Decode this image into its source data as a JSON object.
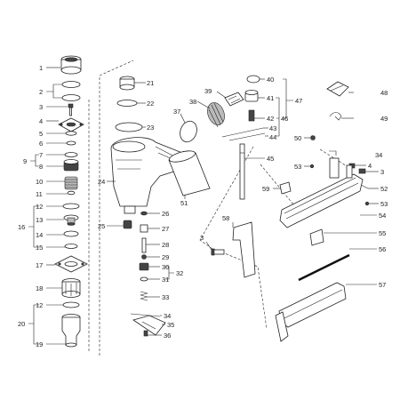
{
  "labels": {
    "p1": "1",
    "p2": "2",
    "p3a": "3",
    "p3b": "3",
    "p3c": "3",
    "p4": "4",
    "p5": "5",
    "p6": "6",
    "p7": "7",
    "p8": "8",
    "p9": "9",
    "p10": "10",
    "p11": "11",
    "p12a": "12",
    "p12b": "12",
    "p13": "13",
    "p14": "14",
    "p15": "15",
    "p16": "16",
    "p17": "17",
    "p18": "18",
    "p19": "19",
    "p20": "20",
    "p21": "21",
    "p22": "22",
    "p23": "23",
    "p24": "24",
    "p25": "25",
    "p26": "26",
    "p27": "27",
    "p28": "28",
    "p29": "29",
    "p30": "30",
    "p31": "31",
    "p32": "32",
    "p33": "33",
    "p34a": "34",
    "p34b": "34",
    "p35": "35",
    "p36": "36",
    "p37": "37",
    "p38": "38",
    "p39": "39",
    "p40": "40",
    "p41": "41",
    "p42": "42",
    "p43": "43",
    "p44": "44",
    "p45": "45",
    "p46": "46",
    "p47": "47",
    "p48": "48",
    "p49": "49",
    "p50": "50",
    "p51": "51",
    "p52": "52",
    "p53a": "53",
    "p53b": "53",
    "p54": "54",
    "p55": "55",
    "p56": "56",
    "p57": "57",
    "p58": "58",
    "p59": "59"
  }
}
